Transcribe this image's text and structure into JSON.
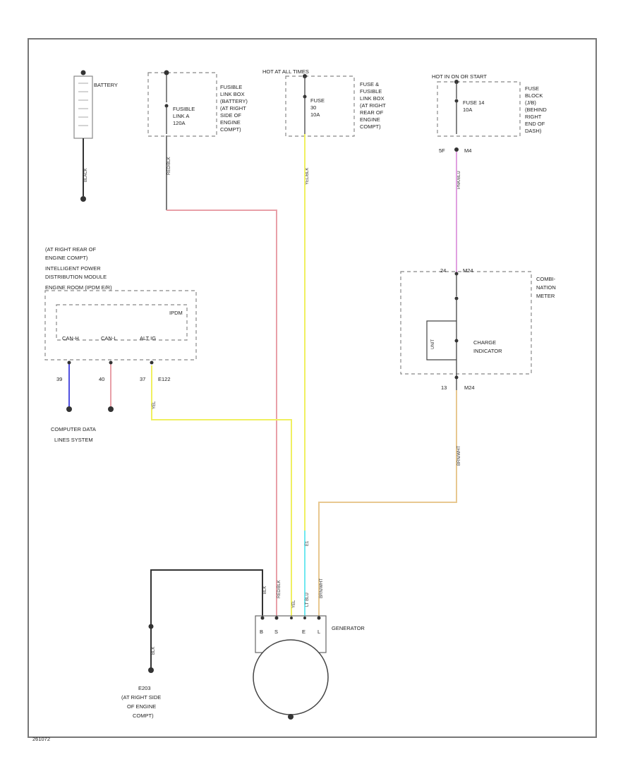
{
  "battery": {
    "label": "BATTERY",
    "wire_color": "BLACK"
  },
  "fusible_link_box": {
    "fuse_label_1": "FUSIBLE",
    "fuse_label_2": "LINK A",
    "fuse_label_3": "120A",
    "location": [
      "FUSIBLE",
      "LINK BOX",
      "(BATTERY)",
      "(AT RIGHT",
      "SIDE OF",
      "ENGINE",
      "COMPT)"
    ],
    "wire_color": "RED/BLK"
  },
  "hot_at_all_times": "HOT AT ALL TIMES",
  "fuse_box_right_rear": {
    "fuse_label_1": "FUSE",
    "fuse_label_2": "30",
    "fuse_label_3": "10A",
    "location": [
      "FUSE &",
      "FUSIBLE",
      "LINK BOX",
      "(AT RIGHT",
      "REAR OF",
      "ENGINE",
      "COMPT)"
    ],
    "wire_color": "YEL/BLK"
  },
  "hot_in_run": "HOT IN ON OR START",
  "fuse_block_jb": {
    "fuse_label_1": "FUSE 14",
    "fuse_label_2": "10A",
    "location": [
      "FUSE",
      "BLOCK",
      "(J/B)",
      "(BEHIND",
      "RIGHT",
      "END OF",
      "DASH)"
    ],
    "connector": "5F",
    "connector_id": "M4",
    "wire_color": "PNK/BLU"
  },
  "ipdm": {
    "header": [
      "(AT RIGHT REAR OF",
      "ENGINE COMPT)",
      "INTELLIGENT POWER",
      "DISTRIBUTION MODULE",
      "ENGINE ROOM (IPDM E/R)"
    ],
    "tag": "IPDM",
    "pins": [
      "CAN-H",
      "CAN-L",
      "ALT IG"
    ],
    "pin_nums": [
      "39",
      "40",
      "37"
    ],
    "connector": "E122",
    "wire_label": "YEL"
  },
  "computer_data_lines": [
    "COMPUTER DATA",
    "LINES SYSTEM"
  ],
  "combination_meter": {
    "connector_top": "24",
    "connector_top_id": "M24",
    "label": [
      "COMBI-",
      "NATION",
      "METER"
    ],
    "lamp_label": [
      "CHARGE",
      "INDICATOR"
    ],
    "unit_label": "UNIT",
    "connector_bottom": "13",
    "connector_bottom_id": "M24",
    "wire_color": "BRN/WHT"
  },
  "generator": {
    "label": "GENERATOR",
    "terminals": [
      "B",
      "S",
      "E",
      "L"
    ],
    "wire_labels": [
      "BLK",
      "RED/BLK",
      "YEL",
      "LT BLU",
      "BRN/WHT"
    ],
    "connector_mark": "E1"
  },
  "ground": {
    "wire_color": "BLK",
    "location": [
      "E203",
      "(AT RIGHT SIDE",
      "OF ENGINE",
      "COMPT)"
    ]
  },
  "diagram_id": "261072",
  "colors": {
    "red": "#e8a0a8",
    "yellow": "#f0f060",
    "pink": "#e0a0e0",
    "tan": "#e8c890",
    "cyan": "#70e8f0",
    "blue": "#5050e0",
    "black": "#333333"
  }
}
